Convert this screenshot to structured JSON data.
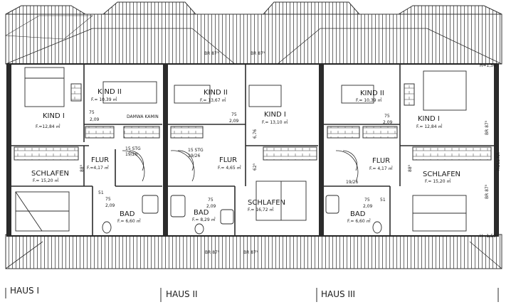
{
  "houses": [
    {
      "label": "HAUS I"
    },
    {
      "label": "HAUS II"
    },
    {
      "label": "HAUS III"
    }
  ],
  "rooms": [
    {
      "name": "KIND I",
      "area": "F.=12,84 ㎡"
    },
    {
      "name": "KIND II",
      "area": "F.= 10,39 ㎡"
    },
    {
      "name": "SCHLAFEN",
      "area": "F.= 15,20 ㎡"
    },
    {
      "name": "FLUR",
      "area": "F.=4,17 ㎡"
    },
    {
      "name": "BAD",
      "area": "F.= 6,60 ㎡"
    },
    {
      "name": "KIND II",
      "area": "F.= 13,67 ㎡"
    },
    {
      "name": "KIND I",
      "area": "F.= 13,10 ㎡"
    },
    {
      "name": "FLUR",
      "area": "F.= 4,65 ㎡"
    },
    {
      "name": "SCHLAFEN",
      "area": "F.= 16,72 ㎡"
    },
    {
      "name": "BAD",
      "area": "F.= 8,29 ㎡"
    },
    {
      "name": "KIND II",
      "area": "F.= 10,39 ㎡"
    },
    {
      "name": "KIND I",
      "area": "F.= 12,84 ㎡"
    },
    {
      "name": "FLUR",
      "area": "F.= 4,17 ㎡"
    },
    {
      "name": "SCHLAFEN",
      "area": "F.= 15,20 ㎡"
    },
    {
      "name": "BAD",
      "area": "F.= 6,60 ㎡"
    }
  ],
  "labels": {
    "br875": "BR 87⁵",
    "h150": "H=1,50",
    "rollka": "ROLL.KA",
    "stg": "15 STG",
    "stg_ratio": "19/26",
    "kamin": "DAMWA KAMIN",
    "d75": "75",
    "d209": "2,09",
    "d51": "51",
    "d885": "88⁵",
    "d625": "62⁵",
    "d676": "6,76"
  }
}
